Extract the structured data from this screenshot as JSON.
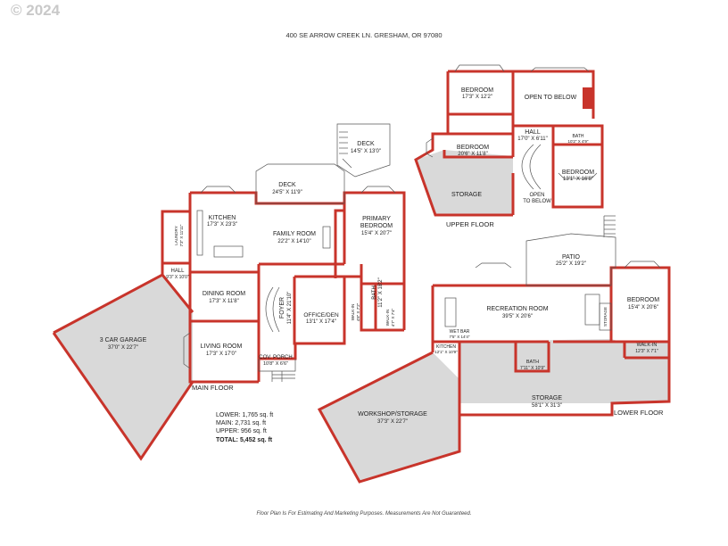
{
  "watermark": "© 2024",
  "address": "400 SE ARROW CREEK LN. GRESHAM, OR 97080",
  "disclaimer": "Floor Plan Is For Estimating And Marketing Purposes. Measurements Are Not Guaranteed.",
  "floors": {
    "main": "MAIN FLOOR",
    "upper": "UPPER FLOOR",
    "lower": "LOWER FLOOR"
  },
  "sqft": {
    "lower": "LOWER: 1,765 sq. ft",
    "main": "MAIN: 2,731 sq. ft",
    "upper": "UPPER: 956 sq. ft",
    "total": "TOTAL: 5,452 sq. ft"
  },
  "rooms": {
    "deck_top": {
      "name": "DECK",
      "dim": "14'5\" X 13'0\""
    },
    "deck_main": {
      "name": "DECK",
      "dim": "24'5\" X 11'9\""
    },
    "kitchen": {
      "name": "KITCHEN",
      "dim": "17'3\" X 23'3\""
    },
    "family_room": {
      "name": "FAMILY ROOM",
      "dim": "22'2\" X 14'10\""
    },
    "primary_bedroom": {
      "name": "PRIMARY",
      "name2": "BEDROOM",
      "dim": "15'4\" X 20'7\""
    },
    "laundry": {
      "name": "LAUNDRY",
      "dim": "7'3\" X 11'11\""
    },
    "hall_main": {
      "name": "HALL",
      "dim": "9'3\" X 10'0\""
    },
    "dining_room": {
      "name": "DINING ROOM",
      "dim": "17'3\" X 11'8\""
    },
    "foyer": {
      "name": "FOYER",
      "dim": "11'4\" X 21'10\""
    },
    "office": {
      "name": "OFFICE/DEN",
      "dim": "13'1\" X 17'4\""
    },
    "bath_primary": {
      "name": "BATH",
      "dim": "11'2\" X 18'2\""
    },
    "walkin_1": {
      "name": "WALK-IN",
      "dim": "4'8\" X 7'2\""
    },
    "walkin_2": {
      "name": "WALK-IN",
      "dim": "4'7\" X 7'4\""
    },
    "garage": {
      "name": "3 CAR GARAGE",
      "dim": "37'0\" X 22'7\""
    },
    "living_room": {
      "name": "LIVING ROOM",
      "dim": "17'3\" X 17'0\""
    },
    "cov_porch": {
      "name": "COV. PORCH",
      "dim": "10'8\" X 6'6\""
    },
    "bedroom_up1": {
      "name": "BEDROOM",
      "dim": "17'3\" X 12'2\""
    },
    "open_below": {
      "name": "OPEN TO BELOW"
    },
    "hall_up": {
      "name": "HALL",
      "dim": "17'0\" X 6'11\""
    },
    "bath_up": {
      "name": "BATH",
      "dim": "10'2\" X 4'9\""
    },
    "bedroom_up2": {
      "name": "BEDROOM",
      "dim": "20'6\" X 11'8\""
    },
    "bedroom_up3": {
      "name": "BEDROOM",
      "dim": "13'1\" X 16'8\""
    },
    "storage_up": {
      "name": "STORAGE"
    },
    "open_below_stair": {
      "name": "OPEN",
      "name2": "TO BELOW"
    },
    "patio": {
      "name": "PATIO",
      "dim": "25'2\" X 19'2\""
    },
    "recreation_room": {
      "name": "RECREATION ROOM",
      "dim": "39'5\" X 20'6\""
    },
    "storage_small": {
      "name": "STORAGE"
    },
    "bedroom_lower": {
      "name": "BEDROOM",
      "dim": "15'4\" X 20'6\""
    },
    "wet_bar": {
      "name": "WET BAR",
      "dim": "7'5\" X 14'4\""
    },
    "kitchen_lower": {
      "name": "KITCHEN",
      "dim": "12'1\" X 10'9\""
    },
    "walkin_lower": {
      "name": "WALK-IN",
      "dim": "12'3\" X 7'1\""
    },
    "bath_lower": {
      "name": "BATH",
      "dim": "7'11\" X 10'9\""
    },
    "storage_lower": {
      "name": "STORAGE",
      "dim": "58'1\" X 31'3\""
    },
    "workshop": {
      "name": "WORKSHOP/STORAGE",
      "dim": "37'3\" X 22'7\""
    }
  },
  "colors": {
    "wall": "#c8342b",
    "unfinished_fill": "#d9d9d9",
    "watermark": "#c9c9c9"
  }
}
